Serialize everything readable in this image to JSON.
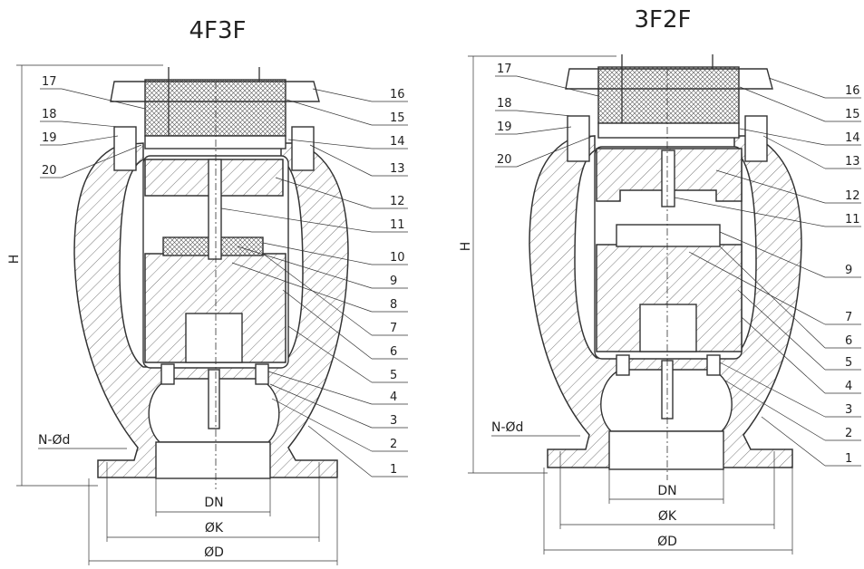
{
  "diagrams": [
    {
      "title": "4F3F",
      "part_labels": [
        "17",
        "18",
        "19",
        "20",
        "16",
        "15",
        "14",
        "13",
        "12",
        "11",
        "10",
        "9",
        "8",
        "7",
        "6",
        "5",
        "4",
        "3",
        "2",
        "1"
      ],
      "dims": {
        "h": "H",
        "nd": "N-Ød",
        "dn": "DN",
        "k": "ØK",
        "d": "ØD"
      }
    },
    {
      "title": "3F2F",
      "part_labels": [
        "17",
        "18",
        "19",
        "20",
        "16",
        "15",
        "14",
        "13",
        "12",
        "11",
        "9",
        "7",
        "6",
        "5",
        "4",
        "3",
        "2",
        "1"
      ],
      "dims": {
        "h": "H",
        "nd": "N-Ød",
        "dn": "DN",
        "k": "ØK",
        "d": "ØD"
      }
    }
  ]
}
